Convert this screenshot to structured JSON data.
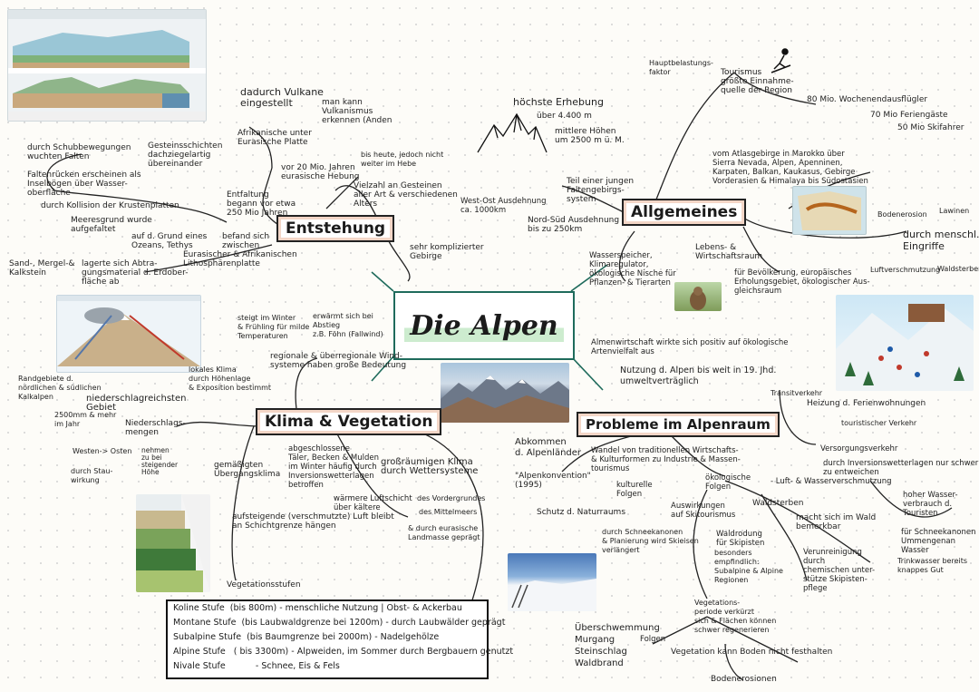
{
  "center": "Die Alpen",
  "headers": {
    "entstehung": "Entstehung",
    "allgemeines": "Allgemeines",
    "klima": "Klima & Vegetation",
    "probleme": "Probleme im Alpenraum"
  },
  "images": {
    "geo_cross_section": "geological-cross-section-diagram",
    "climate_diagram": "foehn-climate-diagram",
    "mountain_photo": "mountain-range-photo",
    "map": "alps-map",
    "marmot": "marmot-photo",
    "ski_cartoon": "ski-resort-cartoon",
    "vegetation_diagram": "vegetation-zones-diagram",
    "ski_slope": "ski-slope-photo",
    "skier_icon": "skier-icon",
    "peaks_sketch": "mountain-peaks-sketch"
  },
  "entstehung": {
    "dadurch": "dadurch Vulkane\neingestellt",
    "vulkan": "man kann\nVulkanismus\nerkennen (Anden",
    "afrikanische": "Afrikanische unter\nEurasische Platte",
    "schubbewegungen": "durch Schubbewegungen\nwuchten Falten",
    "gesteinsschichten": "Gesteinsschichten\ndachziegelartig\nübereinander",
    "faltenruecken": "Faltenrücken erscheinen als\nInselbögen über Wasser-\noberfläche",
    "kollision": "durch Kollision der Krustenplatten",
    "meeresgrund": "Meeresgrund wurde\naufgefaltet",
    "vor20": "vor 20 Mio. Jahren\neurasische Hebung",
    "bisheute": "bis heute, jedoch nicht\nweiter im Hebe",
    "vielzahl": "Vielzahl an Gesteinen\naller Art & verschiedenen\nAlters",
    "entfaltung": "Entfaltung\nbegann vor etwa\n250 Mio Jahren",
    "grund": "auf d. Grund eines\nOzeans, Tethys",
    "befand": "befand sich\nzwischen",
    "eurasisch": "Eurasischer & Afrikanischen\nLithosphärenplatte",
    "sand": "Sand-, Mergel-&\nKalkstein",
    "lagerte": "lagerte sich Abtra-\ngungsmaterial d. Erdober-\nfläche ab",
    "sehr": "sehr komplizierter\nGebirge"
  },
  "allgemeines": {
    "hoechste": "höchste Erhebung",
    "ueber": "über 4.400 m",
    "mittlere": "mittlere Höhen\num 2500 m ü. M.",
    "teil": "Teil einer jungen\nFaltengebirgs-\nsystem",
    "westost": "West-Ost Ausdehnung\nca. 1000km",
    "nordsued": "Nord-Süd Ausdehnung\nbis zu 250km",
    "hauptbelastung": "Hauptbelastungs-\nfaktor",
    "tourismus": "Tourismus\ngrößte Einnahme-\nquelle der Region",
    "wochenend": "80 Mio. Wochenendausflügler",
    "ferien": "70 Mio Feriengäste",
    "ski": "50 Mio Skifahrer",
    "atlas": "vom Atlasgebirge in Marokko über\nSierra Nevada, Alpen, Apenninen,\nKarpaten, Balkan, Kaukasus, Gebirge\nVorderasien & Himalaya bis Südostasien",
    "bodenerosion": "Bodenerosion",
    "lawinen": "Lawinen",
    "eingriffe": "durch menschl.\nEingriffe",
    "luft": "Luftverschmutzung",
    "wald": "Waldsterben",
    "lebens": "Lebens- &\nWirtschaftsraum",
    "wasser": "Wasserspeicher,\nKlimaregulator,\nökologische Nische für\nPflanzen- & Tierarten",
    "bevoelkerung": "für Bevölkerung, europäisches\nErholungsgebiet, ökologischer Aus-\ngleichsraum"
  },
  "klima": {
    "steigt": "steigt im Winter\n& Frühling für milde\nTemperaturen",
    "erwaermt": "erwärmt sich bei\nAbstieg\nz.B. Föhn (Fallwind)",
    "regional": "regionale & überregionale Wind-\nsysteme haben große Bedeutung",
    "lokales": "lokales Klima\ndurch Höhenlage\n& Exposition bestimmt",
    "randgebiete": "Randgebiete d.\nnördlichen & südlichen\nKalkalpen",
    "niederschlag": "niederschlagreichsten\nGebiet",
    "mm": "2500mm & mehr\nim Jahr",
    "niedmengen": "Niederschlags-\nmengen",
    "westen": "Westen-> Osten",
    "nehmen": "nehmen\nzu bei\nsteigender\nHöhe",
    "stau": "durch Stau-\nwirkung",
    "gemaessigt": "gemäßigten\nÜbergangsklima",
    "abgeschlossene": "abgeschlossene\nTäler, Becken & Mulden\nim Winter häufig durch\nInversionswetterlagen\nbetroffen",
    "grossraeumig": "großräumigen Klima\ndurch Wettersysteme",
    "waermer": "wärmere Luftschicht\nüber kältere",
    "aufsteigende": "aufsteigende (verschmutzte) Luft bleibt\nan Schichtgrenze hängen",
    "vordergrund": "des Vordergrundes",
    "mittelmeer": "des Mittelmeers",
    "landmasse": "& durch eurasische\nLandmasse geprägt",
    "vegstufen": "Vegetationsstufen",
    "zones": [
      "Koline Stufe  (bis 800m) - menschliche Nutzung | Obst- & Ackerbau",
      "Montane Stufe  (bis Laubwaldgrenze bei 1200m) - durch Laubwälder geprägt",
      "Subalpine Stufe  (bis Baumgrenze bei 2000m) - Nadelgehölze",
      "Alpine Stufe   ( bis 3300m) - Alpweiden, im Sommer durch Bergbauern genutzt",
      "Nivale Stufe           - Schnee, Eis & Fels"
    ]
  },
  "probleme": {
    "almen": "Almenwirtschaft wirkte sich positiv auf ökologische\nArtenvielfalt aus",
    "nutzung": "Nutzung d. Alpen bis weit in 19. Jhd.\numweltverträglich",
    "transit": "Transitverkehr",
    "heizung": "Heizung d. Ferienwohnungen",
    "touristisch": "touristischer Verkehr",
    "versorgung": "Versorgungsverkehr",
    "inversion": "durch Inversionswetterlagen nur schwer\nzu entweichen",
    "abkommen": "Abkommen\nd. Alpenländer",
    "wandel": "Wandel von traditionellen Wirtschafts-\n& Kulturformen zu Industrie & Massen-\ntourismus",
    "konvention": "\"Alpenkonvention\"\n(1995)",
    "schutz": "Schutz d. Naturraums",
    "kulturelle": "kulturelle\nFolgen",
    "oekologische": "ökologische\nFolgen",
    "luftwasser": "- Luft- & Wasserverschmutzung",
    "wald": "Waldsterben",
    "hoher": "hoher Wasser-\nverbrauch d.\nTouristen",
    "auswirkungen": "Auswirkungen\nauf Skitourismus",
    "machtsich": "macht sich im Wald\nbemerkbar",
    "schneekanonen": "für Schneekanonen\nUmmengenan\nWasser",
    "schneekanonen2": "durch Schneekanonen\n& Planierung wird Skieisen\nverlängert",
    "waldrodung": "Waldrodung\nfür Skipisten",
    "besonders": "besonders\nempfindlich:\nSubalpine & Alpine\nRegionen",
    "verunreinigung": "Verunreinigung\ndurch\nchemischen unter-\nstütze Skipisten-\npflege",
    "trinkwasser": "Trinkwasser bereits\nknappes Gut",
    "vegetation": "Vegetations-\nperiode verkürzt\nsich & Flächen können\nschwer regenerieren",
    "ueberschwemmung": "Überschwemmung\nMurgang\nSteinschlag\nWaldbrand",
    "folgen": "Folgen",
    "vegkann": "Vegetation kann Boden nicht festhalten",
    "bodenerosionen": "Bodenerosionen"
  }
}
